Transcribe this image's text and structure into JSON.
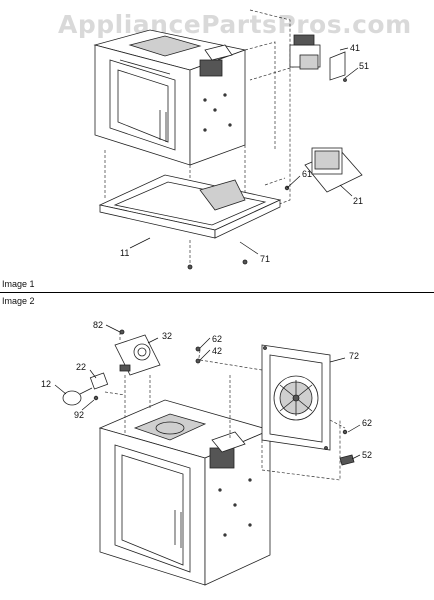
{
  "watermark": "AppliancePartsPros.com",
  "panels": [
    {
      "label": "Image 1"
    },
    {
      "label": "Image 2"
    }
  ],
  "callouts_image1": [
    "41",
    "51",
    "21",
    "61",
    "11",
    "71"
  ],
  "callouts_image2": [
    "82",
    "32",
    "62",
    "42",
    "72",
    "22",
    "12",
    "92",
    "62",
    "52"
  ]
}
